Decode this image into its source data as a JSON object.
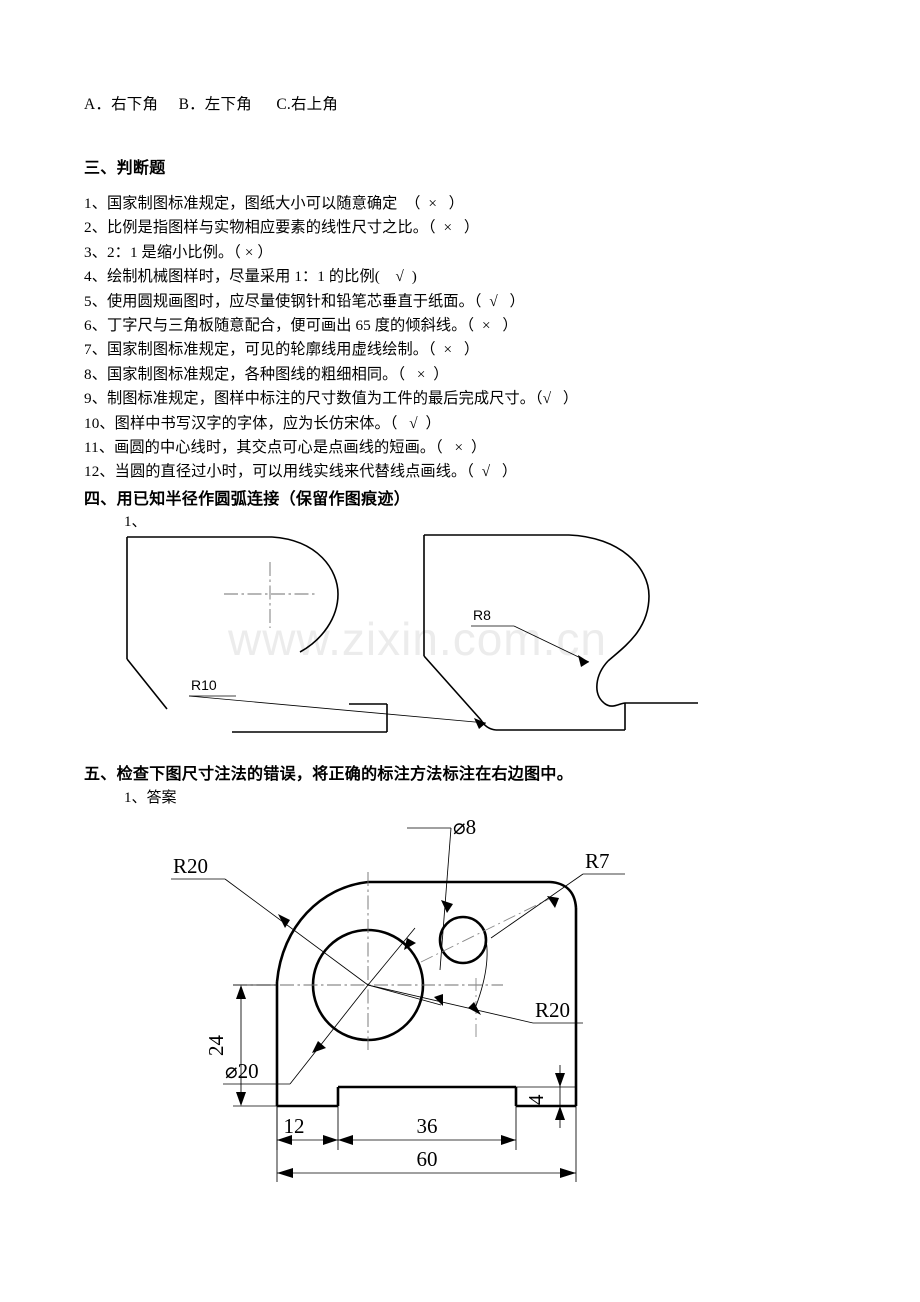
{
  "document": {
    "watermark": "www.zixin.com.cn"
  },
  "choices": {
    "line": "A．右下角     B．左下角      C.右上角"
  },
  "section3": {
    "heading": "三、判断题",
    "items": [
      "1、国家制图标准规定，图纸大小可以随意确定  （  ×   ）",
      "2、比例是指图样与实物相应要素的线性尺寸之比。（  ×   ）",
      "3、2：1 是缩小比例。（ × ）",
      "4、绘制机械图样时，尽量采用 1：1 的比例(    √  )",
      "5、使用圆规画图时，应尽量使钢针和铅笔芯垂直于纸面。（  √   ）",
      "6、丁字尺与三角板随意配合，便可画出 65 度的倾斜线。（  ×   ）",
      "7、国家制图标准规定，可见的轮廓线用虚线绘制。（  ×   ）",
      "8、国家制图标准规定，各种图线的粗细相同。（   ×  ）",
      "9、制图标准规定，图样中标注的尺寸数值为工件的最后完成尺寸。（√   ）",
      "10、图样中书写汉字的字体，应为长仿宋体。（   √  ）",
      "11、画圆的中心线时，其交点可心是点画线的短画。（   ×  ）",
      "12、当圆的直径过小时，可以用线实线来代替线点画线。（  √   ）"
    ]
  },
  "section4": {
    "heading": "四、用已知半径作圆弧连接（保留作图痕迹）",
    "sub": "1、",
    "labels": {
      "r8": "R8",
      "r10": "R10"
    }
  },
  "section5": {
    "heading": "五、检查下图尺寸注法的错误，将正确的标注方法标注在右边图中。",
    "sub": "1、答案",
    "labels": {
      "r20_left": "R20",
      "r20_right": "R20",
      "r7": "R7",
      "d8": "⌀8",
      "d20": "⌀20",
      "h24": "24",
      "w12": "12",
      "w36": "36",
      "h4": "4",
      "w60": "60"
    }
  }
}
